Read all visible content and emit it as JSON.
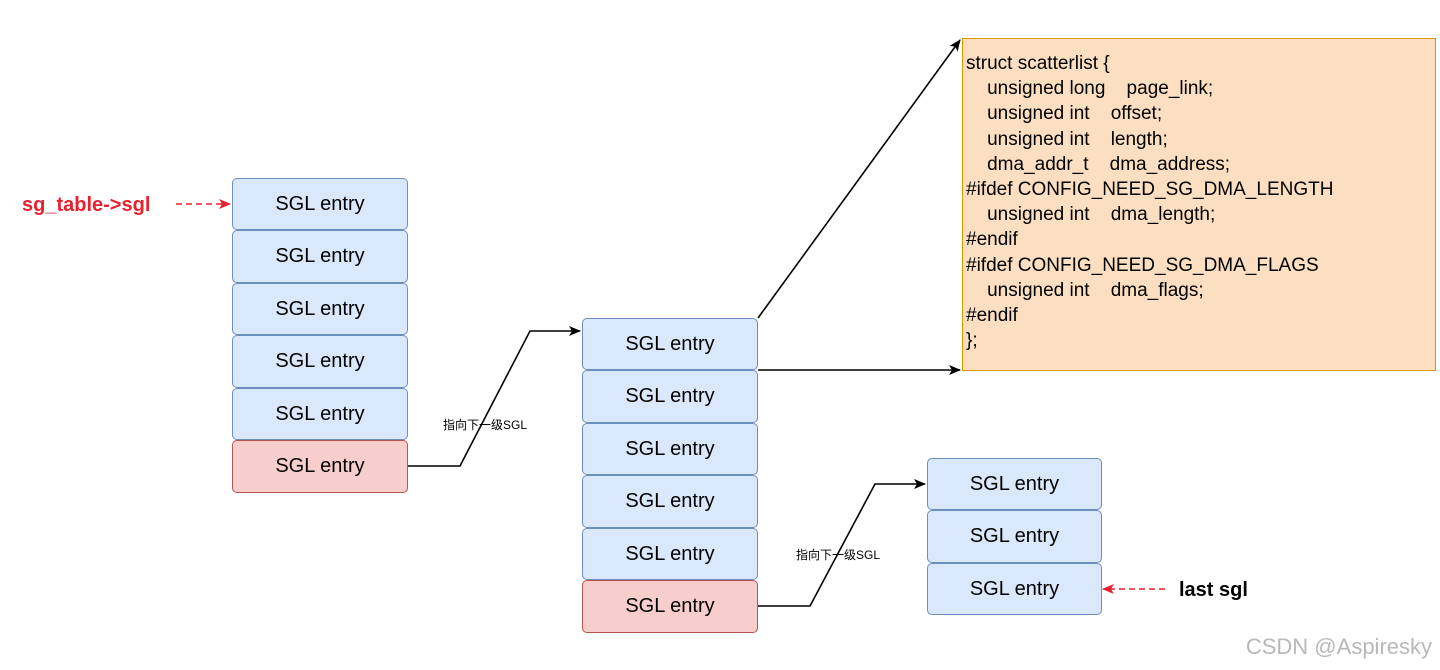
{
  "entry_label": "SGL entry",
  "pointer_label": "sg_table->sgl",
  "last_label": "last sgl",
  "link_label": "指向下一级SGL",
  "struct_lines": [
    "struct scatterlist {",
    "    unsigned long    page_link;",
    "    unsigned int    offset;",
    "    unsigned int    length;",
    "    dma_addr_t    dma_address;",
    "#ifdef CONFIG_NEED_SG_DMA_LENGTH",
    "    unsigned int    dma_length;",
    "#endif",
    "#ifdef CONFIG_NEED_SG_DMA_FLAGS",
    "    unsigned int    dma_flags;",
    "#endif",
    "};"
  ],
  "watermark": "CSDN @Aspiresky",
  "colors": {
    "entry_fill": "#dae8fc",
    "entry_border": "#6c8ebf",
    "chain_fill": "#f8cecc",
    "chain_border": "#b85450",
    "struct_fill": "#fcdfc0",
    "struct_border": "#d79b00",
    "pointer_red": "#e8212f"
  }
}
